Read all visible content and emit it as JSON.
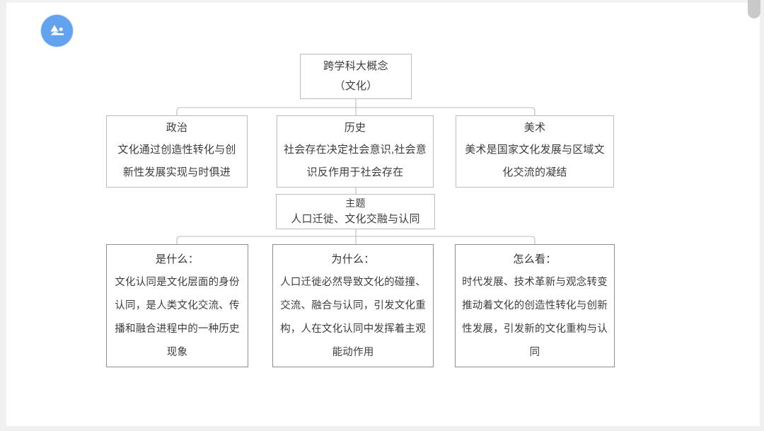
{
  "window": {
    "logo_icon": "mountain-photo-icon",
    "logo_color": "#62a2ef",
    "scrollbar_color": "#c9c9c9"
  },
  "diagram": {
    "type": "tree-mindmap",
    "root": {
      "title": "跨学科大概念",
      "body": "（文化）"
    },
    "subjects": [
      {
        "id": "politics",
        "title": "政治",
        "body": "文化通过创造性转化与创新性发展实现与时俱进"
      },
      {
        "id": "history",
        "title": "历史",
        "body": "社会存在决定社会意识,社会意识反作用于社会存在"
      },
      {
        "id": "art",
        "title": "美术",
        "body": "美术是国家文化发展与区域文化交流的凝结"
      }
    ],
    "theme": {
      "title": "主题",
      "body": "人口迁徙、文化交融与认同"
    },
    "questions": [
      {
        "id": "what",
        "title": "是什么：",
        "body": "文化认同是文化层面的身份认同，是人类文化交流、传播和融合进程中的一种历史现象"
      },
      {
        "id": "why",
        "title": "为什么：",
        "body": "人口迁徙必然导致文化的碰撞、交流、融合与认同，引发文化重构，人在文化认同中发挥着主观能动作用"
      },
      {
        "id": "how",
        "title": "怎么看：",
        "body": "时代发展、技术革新与观念转变推动着文化的创造性转化与创新性发展，引发新的文化重构与认同"
      }
    ],
    "line_color": "#b9bdc2"
  }
}
